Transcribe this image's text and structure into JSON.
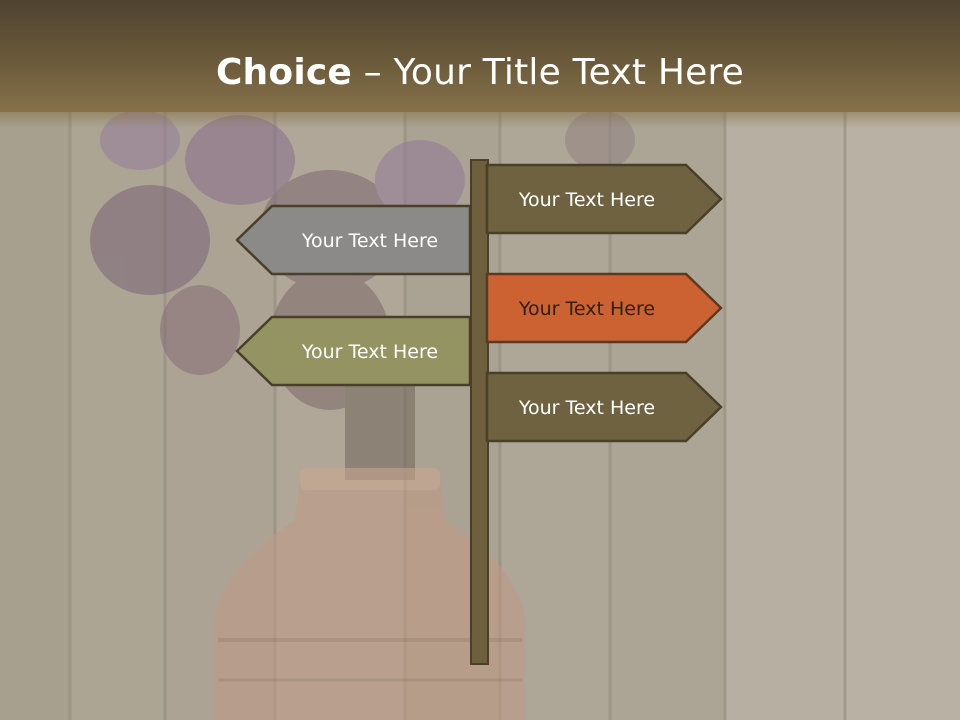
{
  "slide": {
    "title_bold": "Choice",
    "title_dash": " – ",
    "title_rest": "Your Title Text Here"
  },
  "signs": {
    "right_1": "Your Text Here",
    "left_1": "Your Text Here",
    "right_2": "Your Text Here",
    "left_2": "Your Text Here",
    "right_3": "Your Text Here"
  },
  "colors": {
    "dark_olive": "#6e6240",
    "gray": "#8b8a89",
    "orange": "#cc6232",
    "olive_green": "#949463",
    "pole": "#6e5f3d"
  }
}
